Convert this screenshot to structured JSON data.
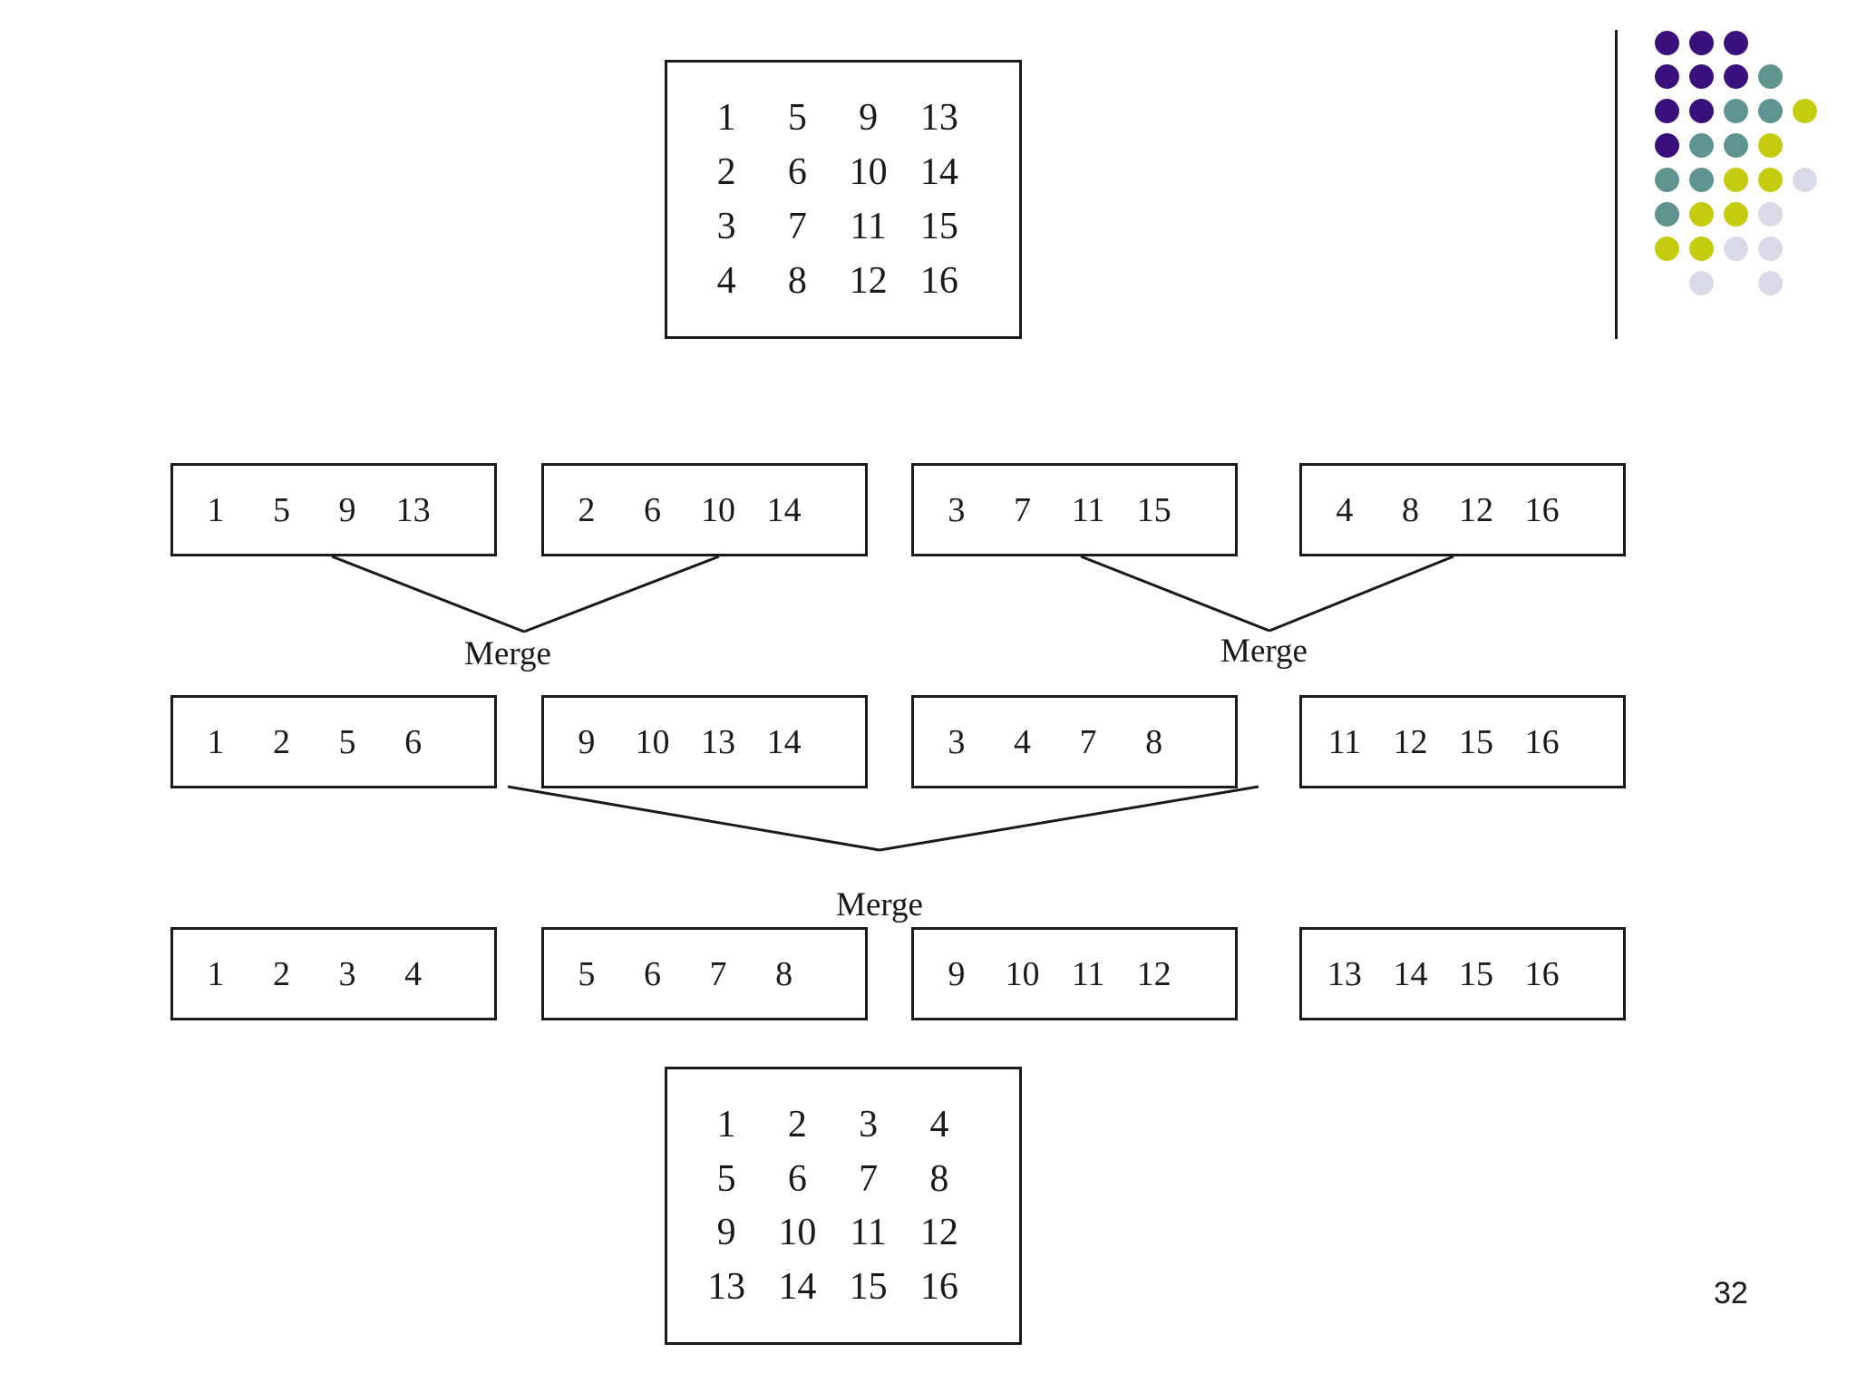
{
  "page_number": "32",
  "merge_labels": [
    "Merge",
    "Merge",
    "Merge"
  ],
  "top_matrix": [
    [
      "1",
      "5",
      "9",
      "13"
    ],
    [
      "2",
      "6",
      "10",
      "14"
    ],
    [
      "3",
      "7",
      "11",
      "15"
    ],
    [
      "4",
      "8",
      "12",
      "16"
    ]
  ],
  "levels": [
    [
      [
        "1",
        "5",
        "9",
        "13"
      ],
      [
        "2",
        "6",
        "10",
        "14"
      ],
      [
        "3",
        "7",
        "11",
        "15"
      ],
      [
        "4",
        "8",
        "12",
        "16"
      ]
    ],
    [
      [
        "1",
        "2",
        "5",
        "6"
      ],
      [
        "9",
        "10",
        "13",
        "14"
      ],
      [
        "3",
        "4",
        "7",
        "8"
      ],
      [
        "11",
        "12",
        "15",
        "16"
      ]
    ],
    [
      [
        "1",
        "2",
        "3",
        "4"
      ],
      [
        "5",
        "6",
        "7",
        "8"
      ],
      [
        "9",
        "10",
        "11",
        "12"
      ],
      [
        "13",
        "14",
        "15",
        "16"
      ]
    ]
  ],
  "bottom_matrix": [
    [
      "1",
      "2",
      "3",
      "4"
    ],
    [
      "5",
      "6",
      "7",
      "8"
    ],
    [
      "9",
      "10",
      "11",
      "12"
    ],
    [
      "13",
      "14",
      "15",
      "16"
    ]
  ],
  "decoration": {
    "line_color": "#1a1a1a",
    "dot_colors": {
      "P": "#3A107C",
      "T": "#5E938F",
      "Y": "#C5CB0F",
      "L": "#DAD9E8"
    },
    "dot_pattern": [
      "PPP..",
      "PPPT.",
      "PPTTY",
      "PTTY.",
      "TTYYL",
      "TYYL.",
      "YYLL.",
      ".L.L."
    ]
  }
}
